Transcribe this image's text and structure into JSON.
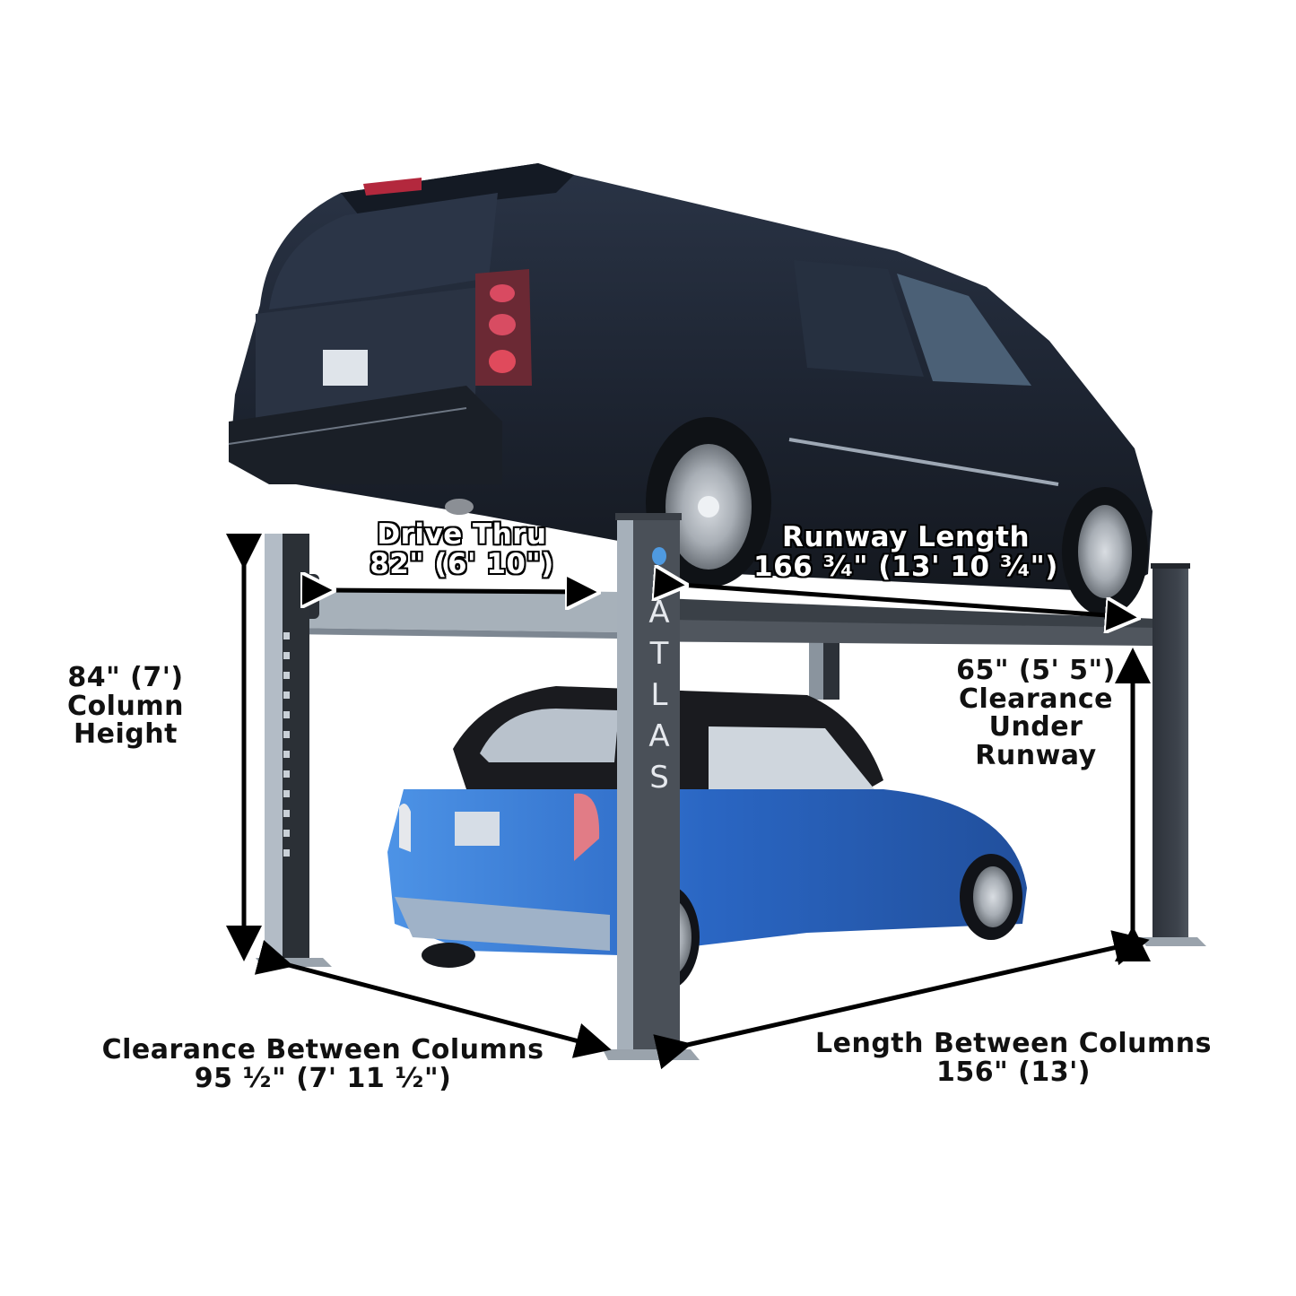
{
  "diagram": {
    "subject": "Four-post parking lift with dimension callouts",
    "brand_on_column": [
      "A",
      "T",
      "L",
      "A",
      "S"
    ],
    "colors": {
      "background": "#ffffff",
      "column_front": "#4a5058",
      "column_light": "#a9b3bd",
      "runway": "#9aa4ad",
      "upper_vehicle": "#1c2330",
      "lower_vehicle": "#2f6fc9",
      "arrow": "#000000",
      "label_text": "#111111"
    },
    "vehicles": [
      {
        "position": "upper runway",
        "type": "dark SUV"
      },
      {
        "position": "under runway",
        "type": "blue convertible compact car"
      }
    ]
  },
  "labels": {
    "drive_thru": {
      "title": "Drive Thru",
      "value": "82\" (6' 10\")"
    },
    "runway_length": {
      "title": "Runway Length",
      "value": "166 ³⁄₄\" (13' 10 ³⁄₄\")"
    },
    "column_height": {
      "value": "84\" (7')",
      "line2": "Column",
      "line3": "Height"
    },
    "clearance_under_runway": {
      "value": "65\" (5' 5\")",
      "line2": "Clearance",
      "line3": "Under",
      "line4": "Runway"
    },
    "clearance_between_columns": {
      "title": "Clearance Between Columns",
      "value": "95 ¹⁄₂\" (7' 11 ¹⁄₂\")"
    },
    "length_between_columns": {
      "title": "Length Between Columns",
      "value": "156\" (13')"
    }
  }
}
